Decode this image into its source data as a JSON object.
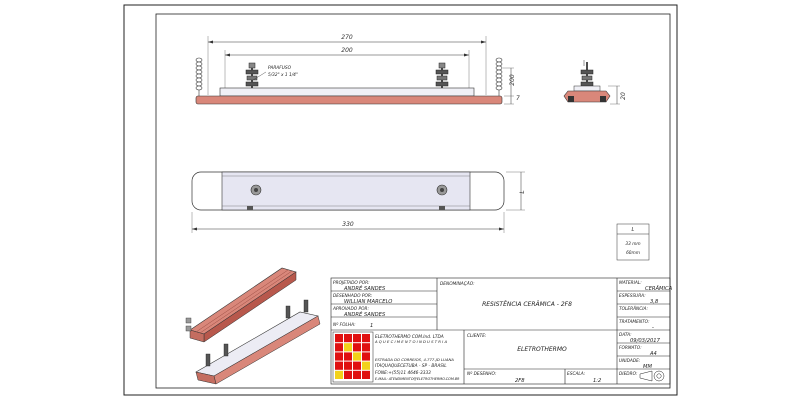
{
  "front_view": {
    "dim_overall": "270",
    "dim_inner": "200",
    "dim_height": "200",
    "dim_thickness": "7",
    "screw_note_line1": "PARAFUSO",
    "screw_note_line2": "5/32\" x 1 1/4\""
  },
  "side_view": {
    "dim_height": "20"
  },
  "top_view": {
    "dim_width": "L",
    "dim_length": "330"
  },
  "variant_table": {
    "header": "L",
    "value_line1": "33 mm",
    "value_line2": "60mm"
  },
  "title_block": {
    "projetado_label": "PROJETADO POR:",
    "projetado_value": "ANDRÉ SANDES",
    "desenhado_label": "DESENHADO POR:",
    "desenhado_value": "WILLIAN MARCELO",
    "aprovado_label": "APROVADO POR:",
    "aprovado_value": "ANDRÉ SANDES",
    "folha_label": "Nº FOLHA:",
    "folha_value": "1",
    "denominacao_label": "DENOMINAÇÃO:",
    "denominacao_value": "RESISTÊNCIA CERÂMICA - 2F8",
    "material_label": "MATERIAL:",
    "material_value": "CERÂMICA",
    "espessura_label": "ESPESSURA:",
    "espessura_value": "3,8",
    "tolerancia_label": "TOLERÂNCIA:",
    "tolerancia_value": "",
    "tratamento_label": "TRATAMENTO:",
    "tratamento_value": "-",
    "company_line1": "ELETROTHERMO COM.Ind. LTDA",
    "company_line2": "A Q U E C I M E N T O   I N D U S T R I A",
    "address_line1": "ESTRADA DO CORREIOS, 4.777-JD LUANA",
    "address_line2": "ITAQUAQUECETUBA - SP - BRASIL",
    "address_line3": "FONE:+(55)11 4646-3333",
    "address_line4": "E-MAIL: ATENDIMENTO@ELETROTHERMO.COM.BR",
    "cliente_label": "CLIENTE:",
    "cliente_value": "ELETROTHERMO",
    "desenho_label": "Nº DESENHO:",
    "desenho_value": "2F8",
    "escala_label": "ESCALA:",
    "escala_value": "1:2",
    "data_label": "DATA:",
    "data_value": "09/03/2017",
    "formato_label": "FORMATO:",
    "formato_value": "A4",
    "unidade_label": "UNIDADE:",
    "unidade_value": "MM",
    "diedro_label": "DIEDRO:"
  },
  "colors": {
    "ceramic": "#d9877a",
    "ceramic_dark": "#b8584c",
    "plate": "#e6e6f2",
    "metal": "#b9b9c4",
    "logo_red": "#e01010",
    "logo_yellow": "#f2d21a"
  }
}
